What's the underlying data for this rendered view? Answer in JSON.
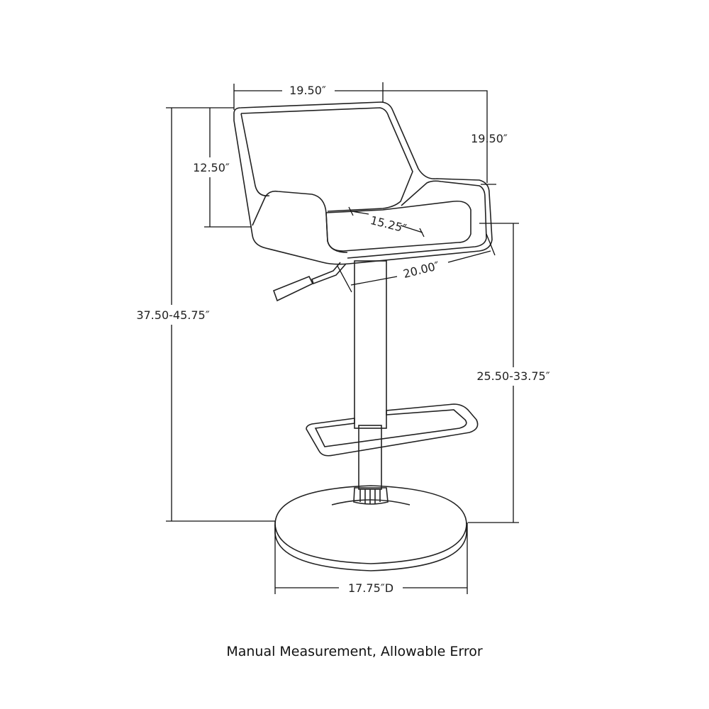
{
  "title": "Bar stool dimensions",
  "dimensions": {
    "back_width": "19.50″",
    "seat_to_back_top": "19.50″",
    "back_height": "12.50″",
    "seat_depth": "15.25″",
    "seat_width": "20.00″",
    "overall_height": "37.50-45.75″",
    "seat_height": "25.50-33.75″",
    "base_diameter": "17.75″D"
  },
  "caption": "Manual Measurement, Allowable Error"
}
